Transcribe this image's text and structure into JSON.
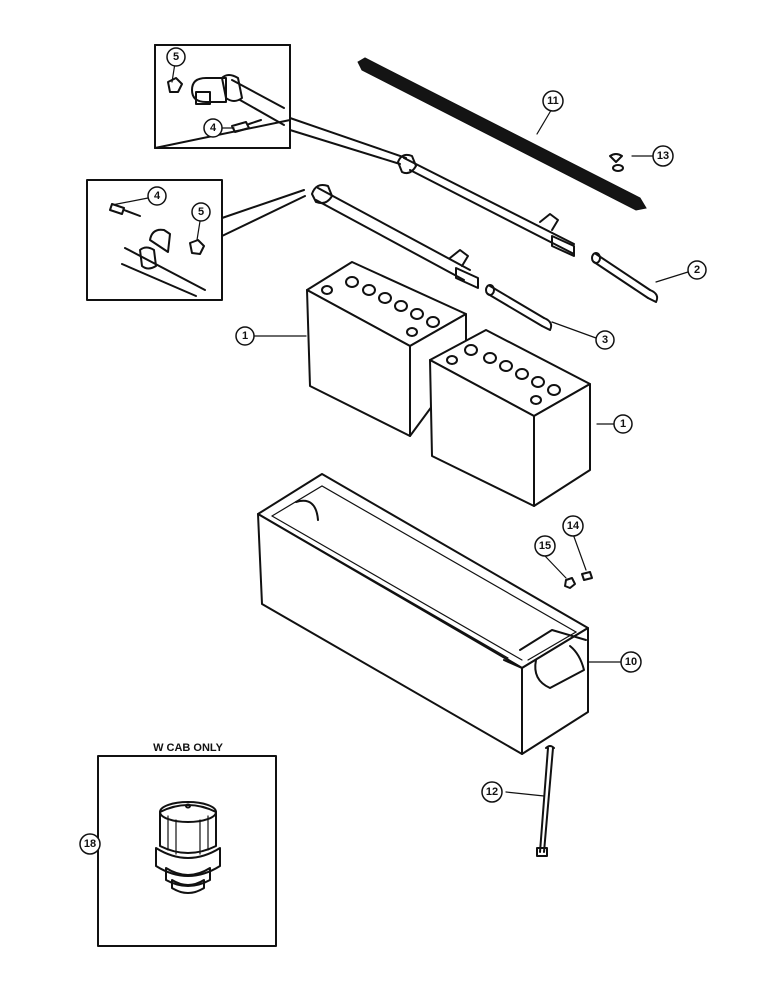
{
  "callouts": {
    "c1a": "1",
    "c1b": "1",
    "c2": "2",
    "c3": "3",
    "c4a": "4",
    "c4b": "4",
    "c5a": "5",
    "c5b": "5",
    "c10": "10",
    "c11": "11",
    "c12": "12",
    "c13": "13",
    "c14": "14",
    "c15": "15",
    "c18": "18"
  },
  "inset_caption": "W CAB ONLY"
}
